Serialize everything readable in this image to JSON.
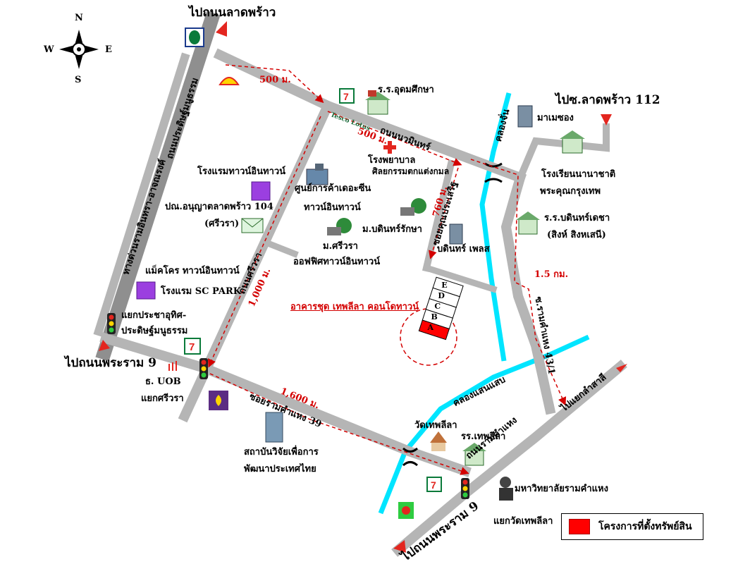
{
  "compass": {
    "n": "N",
    "s": "S",
    "e": "E",
    "w": "W"
  },
  "roads": {
    "thanon_ladprao_dir": "ไปถนนลาดพร้าว",
    "pracha_uthit": "ถนนประดิษฐ์มนูธรรม",
    "expressway": "ทางด่วนรามอินทรา-อาจณรงค์",
    "ram9_dir_left": "ไปถนนพระราม 9",
    "nawin": "ถนนนวมินทร์",
    "srivara": "ถนนศรีวรา",
    "soi_ramkhamhaeng_39": "ซอยรามคำแหง 39",
    "soi_prasertmanukit": "ซอยคุณประเสริฐ",
    "khlong_chan": "คลองจั่น",
    "khlong_saen_saep": "คลองแสนแสบ",
    "ramkhamhaeng": "ถนนรามคำแหง",
    "soi_ramkhamhaeng_43": "ซ.รามคำแหง 43/1",
    "ladprao_112_dir": "ไปซ.ลาดพร้าว 112",
    "lamsali_dir": "ไปแยกลำสาลี",
    "ram9_dir_bottom": "ไปถนนพระราม 9"
  },
  "distances": {
    "d500_top": "500 ม.",
    "d500_nawin": "500 ม.",
    "d760": "760 ม.",
    "d1_5km": "1.5 กม.",
    "d1000": "1,000 ม.",
    "d1600": "1,600 ม."
  },
  "places": {
    "udom_suksa": "ร.ร.อุดมศึกษา",
    "tesco": "Tesco Lotus",
    "hospital": "โรงพยาบาล",
    "department_fine_arts": "ศิลยกรรมตกแต่งกมล",
    "community_center": "ศูนย์การค้าเดอะซีน",
    "community_center_2": "ทาวน์อินทาวน์",
    "hotel_town": "โรงแรมทาวน์อินทาวน์",
    "post_office": "ปณ.อนุญาตลาดพร้าว 104",
    "post_office_2": "(ศรีวรา)",
    "srivara_village": "ม.ศรีวรา",
    "bodindecha_village": "ม.บดินทร์รักษา",
    "office_town": "ออฟฟิศทาวน์อินทาวน์",
    "makro": "แม็คโคร ทาวน์อินทาวน์",
    "sc_park": "โรงแรม SC PARK",
    "intersection_pracha": "แยกประชาอุทิศ-",
    "intersection_pracha_2": "ประดิษฐ์มนูธรรม",
    "uob": "ธ. UOB",
    "srivara_intersection": "แยกศรีวรา",
    "tdri": "สถาบันวิจัยเพื่อการ",
    "tdri_2": "พัฒนาประเทศไทย",
    "wat_thep_lila": "วัดเทพลีลา",
    "school_thep_lila": "รร.เทพลีลา",
    "ramkhamhaeng_university": "มหาวิทยาลัยรามคำแหง",
    "thep_lila_intersection": "แยกวัดเทพลีลา",
    "mamaesong": "มาเมซอง",
    "intl_school": "โรงเรียนนานาชาติ",
    "intl_school_2": "พระคุณกรุงเทพ",
    "bodindecha_school": "ร.ร.บดินทร์เดชา",
    "bodindecha_school_2": "(สิงห์ สิงหเสนี)",
    "bodin_place": "บดินทร์ เพลส",
    "project_name": "อาคารชุด เทพลีลา คอนโดทาวน์"
  },
  "buildings": [
    "E",
    "D",
    "C",
    "B",
    "A"
  ],
  "legend": {
    "label": "โครงการที่ตั้งทรัพย์สิน"
  },
  "colors": {
    "road": "#b5b5b5",
    "canal": "#00e5ff",
    "route": "#d40000",
    "project": "#ff0000"
  }
}
